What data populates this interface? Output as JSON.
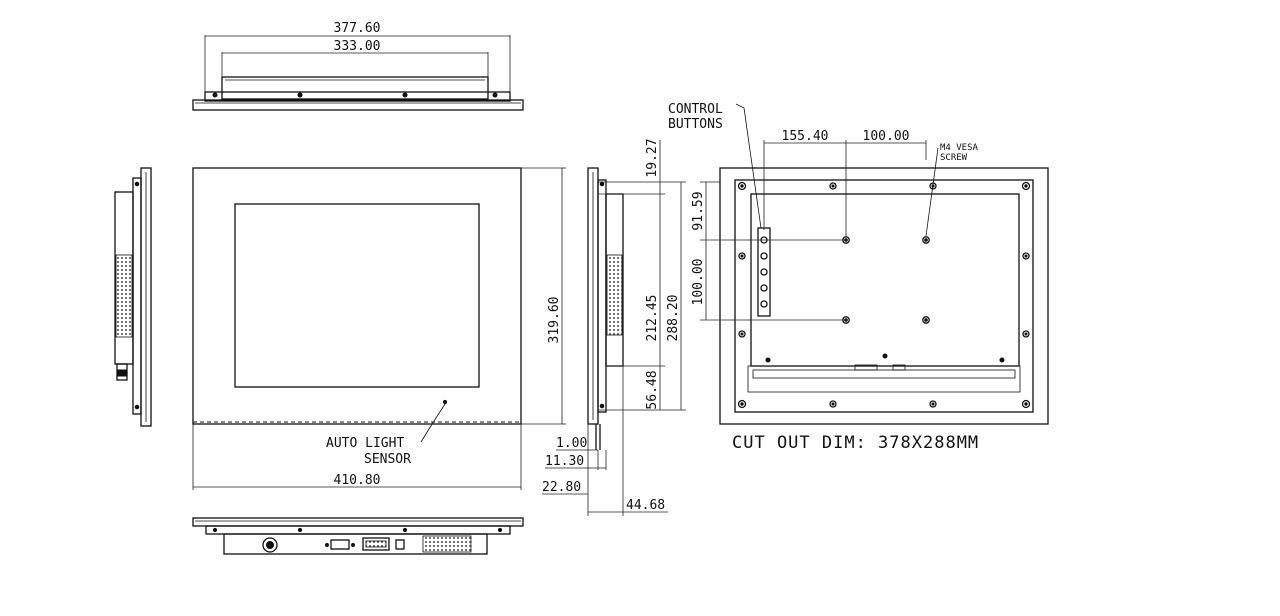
{
  "dimensions": {
    "top_outer_width": "377.60",
    "top_inner_width": "333.00",
    "front_height": "319.60",
    "front_width": "410.80",
    "side_height_288": "288.20",
    "side_height_212": "212.45",
    "side_top_offset": "19.27",
    "side_bottom_offset": "56.48",
    "side_flange_1": "1.00",
    "side_flange_11": "11.30",
    "side_depth_22": "22.80",
    "side_depth_44": "44.68",
    "rear_x_155": "155.40",
    "rear_x_100": "100.00",
    "rear_y_91": "91.59",
    "rear_y_100": "100.00"
  },
  "callouts": {
    "auto_light_line1": "AUTO LIGHT",
    "auto_light_line2": "SENSOR",
    "control_line1": "CONTROL",
    "control_line2": "BUTTONS",
    "vesa_line1": "M4 VESA",
    "vesa_line2": "SCREW"
  },
  "cutout_text": "CUT OUT DIM: 378X288MM"
}
